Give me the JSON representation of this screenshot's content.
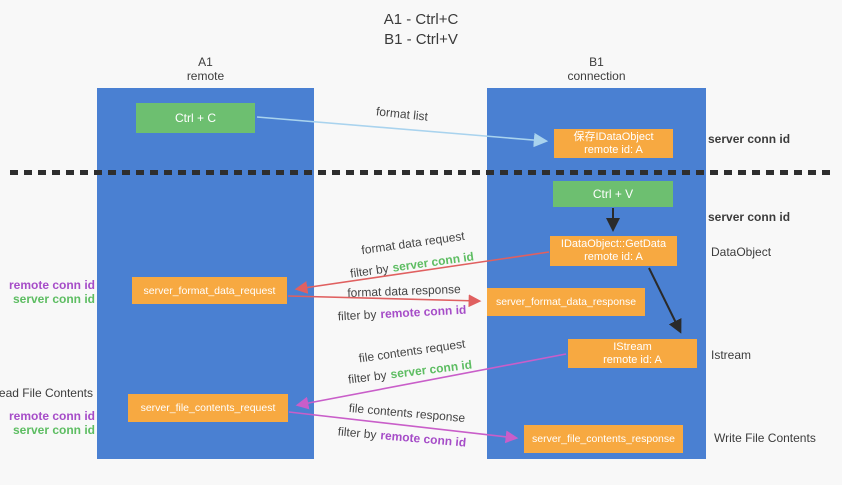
{
  "title": {
    "line1": "A1 - Ctrl+C",
    "line2": "B1 - Ctrl+V"
  },
  "columns": [
    {
      "header_line1": "A1",
      "header_line2": "remote"
    },
    {
      "header_line1": "B1",
      "header_line2": "connection"
    }
  ],
  "nodes": {
    "ctrl_c": "Ctrl + C",
    "ctrl_v": "Ctrl + V",
    "save_dataobject_line1": "保存IDataObject",
    "save_dataobject_line2": "remote id: A",
    "getdata_line1": "IDataObject::GetData",
    "getdata_line2": "remote id: A",
    "istream_line1": "IStream",
    "istream_line2": "remote id: A",
    "format_request": "server_format_data_request",
    "format_response": "server_format_data_response",
    "file_request": "server_file_contents_request",
    "file_response": "server_file_contents_response"
  },
  "labels": {
    "format_list": "format list",
    "format_data_request": "format data request",
    "format_data_response": "format data response",
    "file_contents_request": "file contents request",
    "file_contents_response": "file contents response",
    "filter_by": "filter by",
    "server_conn_id": "server conn id",
    "remote_conn_id": "remote conn id",
    "read_file_contents": "Read File Contents",
    "write_file_contents": "Write File Contents",
    "dataobject": "DataObject",
    "istream": "Istream"
  },
  "arrows": [
    {
      "name": "format-list",
      "from": "ctrl_c",
      "to": "save_dataobject",
      "color": "#a9d3ee"
    },
    {
      "name": "ctrl-v-to-getdata",
      "from": "ctrl_v",
      "to": "getdata",
      "color": "#2a2a2a"
    },
    {
      "name": "format-data-request",
      "from": "getdata",
      "to": "format_request",
      "color": "#e06060"
    },
    {
      "name": "format-data-response",
      "from": "format_request",
      "to": "format_response",
      "color": "#e06060"
    },
    {
      "name": "getdata-to-istream",
      "from": "getdata",
      "to": "istream",
      "color": "#2a2a2a"
    },
    {
      "name": "file-contents-request",
      "from": "istream",
      "to": "file_request",
      "color": "#c95ec9"
    },
    {
      "name": "file-contents-response",
      "from": "file_request",
      "to": "file_response",
      "color": "#c95ec9"
    }
  ],
  "colors": {
    "background": "#f8f8f8",
    "column_blue": "#4a80d2",
    "box_orange": "#f7a941",
    "box_green": "#6dbf70",
    "arrow_red": "#e06060",
    "arrow_magenta": "#c95ec9",
    "arrow_lightblue": "#a9d3ee",
    "arrow_black": "#2a2a2a",
    "text_green": "#5dbd62",
    "text_purple": "#a64dc8"
  }
}
